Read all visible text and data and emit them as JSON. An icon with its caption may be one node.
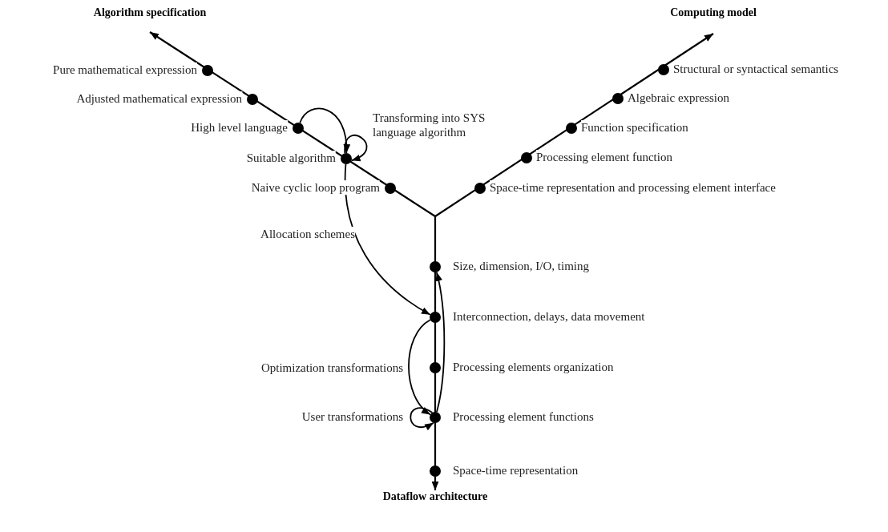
{
  "diagram": {
    "nodes": [
      {
        "text": [
          "Algorithm specification"
        ]
      },
      {
        "text": [
          "Computing model"
        ]
      },
      {
        "text": [],
        "shape": "circle",
        "beside": [
          "Pure mathematical expression"
        ]
      },
      {
        "text": [],
        "shape": "circle",
        "beside": [
          "Adjusted mathematical expression"
        ]
      },
      {
        "text": [],
        "shape": "circle",
        "beside": [
          "High level language"
        ]
      },
      {
        "text": [],
        "shape": "circle",
        "beside": [
          "Suitable algorithm"
        ]
      },
      {
        "text": [],
        "shape": "circle",
        "beside": [
          "Naive cyclic loop program"
        ]
      },
      {
        "text": [],
        "shape": "circle",
        "beside": [
          "Structural or syntactical semantics"
        ]
      },
      {
        "text": [],
        "shape": "circle",
        "beside": [
          "Algebraic expression"
        ]
      },
      {
        "text": [],
        "shape": "circle",
        "beside": [
          "Function specification"
        ]
      },
      {
        "text": [],
        "shape": "circle",
        "beside": [
          "Processing element function"
        ]
      },
      {
        "text": [],
        "shape": "circle",
        "beside": [
          "Space-time representation and processing element interface"
        ]
      },
      {
        "text": [],
        "shape": "circle",
        "beside": [
          "Size, dimension, I/O, timing"
        ]
      },
      {
        "text": [],
        "shape": "circle",
        "beside": [
          "Interconnection, delays, data movement"
        ]
      },
      {
        "text": [],
        "shape": "circle",
        "beside": [
          "Processing elements organization"
        ]
      },
      {
        "text": [],
        "shape": "circle",
        "beside": [
          "Processing element functions"
        ]
      },
      {
        "text": [],
        "shape": "circle",
        "beside": [
          "Space-time representation"
        ]
      },
      {
        "text": [
          "Dataflow architecture"
        ]
      }
    ],
    "edges": [
      {
        "from": null,
        "to": 0,
        "arrow": "to"
      },
      {
        "from": null,
        "to": 1,
        "arrow": "to"
      },
      {
        "from": null,
        "to": 17,
        "arrow": "to"
      },
      {
        "from": 4,
        "to": 5,
        "arrow": "to"
      },
      {
        "from": 5,
        "to": 5,
        "arrow": "to",
        "label": "Transforming into SYS language algorithm"
      },
      {
        "from": 5,
        "to": 13,
        "arrow": "to",
        "label": "Allocation schemes"
      },
      {
        "from": 13,
        "to": 15,
        "arrow": "to",
        "label": "Optimization transformations"
      },
      {
        "from": 15,
        "to": 15,
        "arrow": "to",
        "label": "User transformations"
      },
      {
        "from": 15,
        "to": 12,
        "arrow": "to"
      }
    ]
  }
}
